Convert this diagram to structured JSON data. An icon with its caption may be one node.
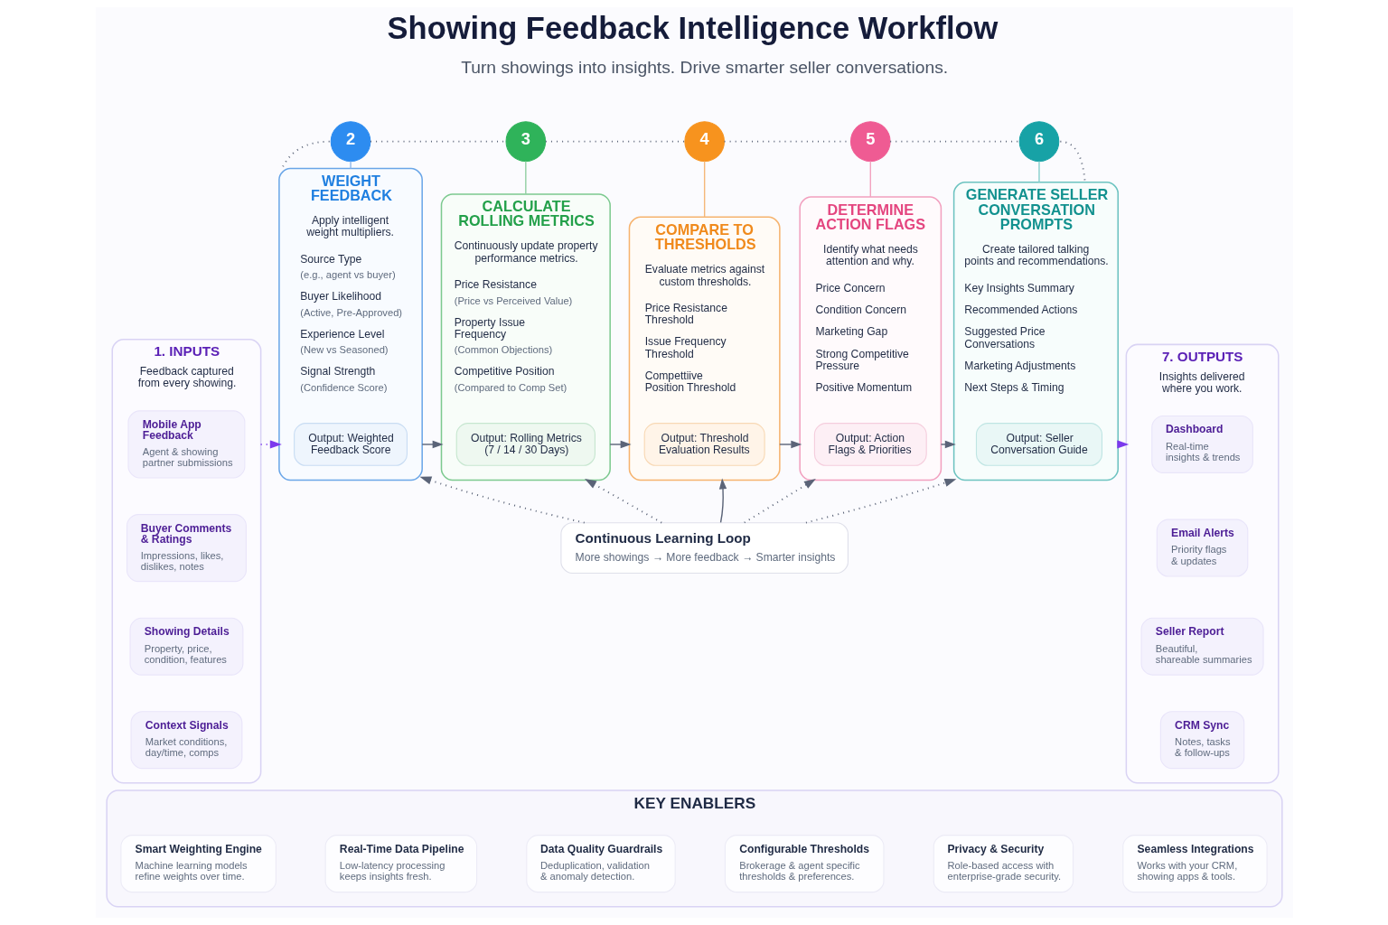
{
  "diagram": {
    "title": "Showing Feedback Intelligence Workflow",
    "nodes": [
      {
        "text": [
          "1. INPUTS",
          "Feedback captured from every showing."
        ]
      },
      {
        "text": [
          "Mobile App Feedback",
          "Agent & showing partner submissions"
        ],
        "in": 0
      },
      {
        "text": [
          "Buyer Comments & Ratings",
          "Impressions, likes, dislikes, notes"
        ],
        "in": 0
      },
      {
        "text": [
          "Showing Details",
          "Property, price, condition, features"
        ],
        "in": 0
      },
      {
        "text": [
          "Context Signals",
          "Market conditions, day/time, comps"
        ],
        "in": 0
      },
      {
        "text": [
          "2"
        ]
      },
      {
        "text": [
          "WEIGHT FEEDBACK",
          "Apply intelligent weight multipliers.",
          "Source Type",
          "(e.g., agent vs buyer)",
          "Buyer Likelihood",
          "(Active, Pre-Approved)",
          "Experience Level",
          "(New vs Seasoned)",
          "Signal Strength",
          "(Confidence Score)"
        ]
      },
      {
        "text": [
          "Output: Weighted Feedback Score"
        ],
        "in": 6
      },
      {
        "text": [
          "3"
        ]
      },
      {
        "text": [
          "CALCULATE ROLLING METRICS",
          "Continuously update property performance metrics.",
          "Price Resistance",
          "(Price vs Perceived Value)",
          "Property Issue Frequency",
          "(Common Objections)",
          "Competitive Position",
          "(Compared to Comp Set)"
        ]
      },
      {
        "text": [
          "Output: Rolling Metrics (7 / 14 / 30 Days)"
        ],
        "in": 9
      },
      {
        "text": [
          "4"
        ]
      },
      {
        "text": [
          "COMPARE TO THRESHOLDS",
          "Evaluate metrics against custom thresholds.",
          "Price Resistance Threshold",
          "Issue Frequency Threshold",
          "Compettiive Position Threshold"
        ]
      },
      {
        "text": [
          "Output: Threshold Evaluation Results"
        ],
        "in": 12
      },
      {
        "text": [
          "5"
        ]
      },
      {
        "text": [
          "DETERMINE ACTION FLAGS",
          "Identify what needs attention and why.",
          "Price Concern",
          "Condition Concern",
          "Marketing Gap",
          "Strong Competitive Pressure",
          "Positive Momentum"
        ]
      },
      {
        "text": [
          "Output: Action Flags & Priorities"
        ],
        "in": 15
      },
      {
        "text": [
          "6"
        ]
      },
      {
        "text": [
          "GENERATE SELLER CONVERSATION PROMPTS",
          "Create tailored talking points and recommendations.",
          "Key Insights Summary",
          "Recommended Actions",
          "Suggested Price Conversations",
          "Marketing Adjustments",
          "Next Steps & Timing"
        ]
      },
      {
        "text": [
          "Output: Seller Conversation Guide"
        ],
        "in": 18
      },
      {
        "text": [
          "7. OUTPUTS",
          "Insights delivered where you work."
        ]
      },
      {
        "text": [
          "Dashboard",
          "Real-time insights & trends"
        ],
        "in": 20
      },
      {
        "text": [
          "Email Alerts",
          "Priority flags & updates"
        ],
        "in": 20
      },
      {
        "text": [
          "Seller Report",
          "Beautiful, shareable summaries"
        ],
        "in": 20
      },
      {
        "text": [
          "CRM Sync",
          "Notes, tasks & follow-ups"
        ],
        "in": 20
      },
      {
        "text": [
          "Continuous Learning Loop",
          "More showings → More feedback → Smarter insights"
        ]
      },
      {
        "text": [
          "KEY ENABLERS"
        ]
      },
      {
        "text": [
          "Smart Weighting Engine",
          "Machine learning models refine weights over time."
        ],
        "in": 26
      },
      {
        "text": [
          "Real-Time Data Pipeline",
          "Low-latency processing keeps insights fresh."
        ],
        "in": 26
      },
      {
        "text": [
          "Data Quality Guardrails",
          "Deduplication, validation & anomaly detection."
        ],
        "in": 26
      },
      {
        "text": [
          "Configurable Thresholds",
          "Brokerage & agent specific thresholds & preferences."
        ],
        "in": 26
      },
      {
        "text": [
          "Privacy & Security",
          "Role-based access with enterprise-grade security."
        ],
        "in": 26
      },
      {
        "text": [
          "Seamless Integrations",
          "Works with your CRM, showing apps & tools."
        ],
        "in": 26
      }
    ],
    "edges": [
      {
        "from": 0,
        "to": 6,
        "arrow": "to",
        "style": "dashed",
        "color": "#7c3aed"
      },
      {
        "from": 6,
        "to": 9,
        "arrow": "to"
      },
      {
        "from": 9,
        "to": 12,
        "arrow": "to"
      },
      {
        "from": 12,
        "to": 15,
        "arrow": "to"
      },
      {
        "from": 15,
        "to": 18,
        "arrow": "to"
      },
      {
        "from": 18,
        "to": 20,
        "arrow": "to",
        "style": "dashed",
        "color": "#7c3aed"
      },
      {
        "from": 5,
        "to": 8,
        "arrow": "none",
        "style": "dashed"
      },
      {
        "from": 8,
        "to": 11,
        "arrow": "none",
        "style": "dashed"
      },
      {
        "from": 11,
        "to": 14,
        "arrow": "none",
        "style": "dashed"
      },
      {
        "from": 14,
        "to": 17,
        "arrow": "none",
        "style": "dashed"
      },
      {
        "from": 5,
        "to": 6,
        "arrow": "none",
        "style": "dashed"
      },
      {
        "from": 17,
        "to": 18,
        "arrow": "none",
        "style": "dashed"
      },
      {
        "from": 5,
        "to": 6,
        "arrow": "none",
        "color": "#8fb8ea"
      },
      {
        "from": 8,
        "to": 9,
        "arrow": "none",
        "color": "#93cfa3"
      },
      {
        "from": 11,
        "to": 12,
        "arrow": "none",
        "color": "#f5b87a"
      },
      {
        "from": 14,
        "to": 15,
        "arrow": "none",
        "color": "#f2a2c0"
      },
      {
        "from": 17,
        "to": 18,
        "arrow": "none",
        "color": "#86cfcc"
      },
      {
        "from": 25,
        "to": 6,
        "arrow": "to",
        "style": "dashed"
      },
      {
        "from": 25,
        "to": 9,
        "arrow": "to",
        "style": "dashed"
      },
      {
        "from": 25,
        "to": 12,
        "arrow": "to"
      },
      {
        "from": 25,
        "to": 15,
        "arrow": "to",
        "style": "dashed"
      },
      {
        "from": 25,
        "to": 18,
        "arrow": "to",
        "style": "dashed"
      }
    ],
    "labels": [
      "Turn showings into insights. Drive smarter seller conversations."
    ]
  }
}
